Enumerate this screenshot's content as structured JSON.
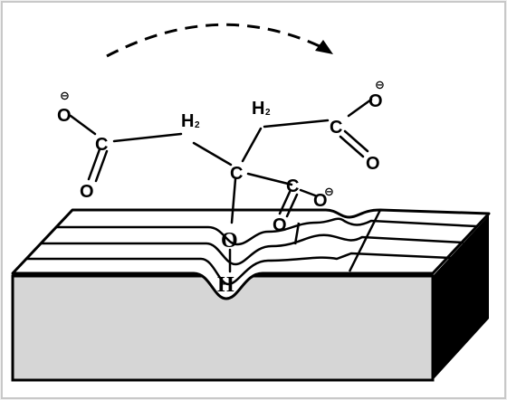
{
  "molecule": {
    "carbon": "C",
    "oxygen": "O",
    "hydrogen": "H",
    "h2_main": "H",
    "h2_sub": "2",
    "charge": "⊖"
  },
  "colors": {
    "frame_border": "#c8c8c8",
    "block_face": "#d6d6d6",
    "block_top": "#ffffff",
    "block_side": "#000000",
    "ink": "#000000"
  }
}
